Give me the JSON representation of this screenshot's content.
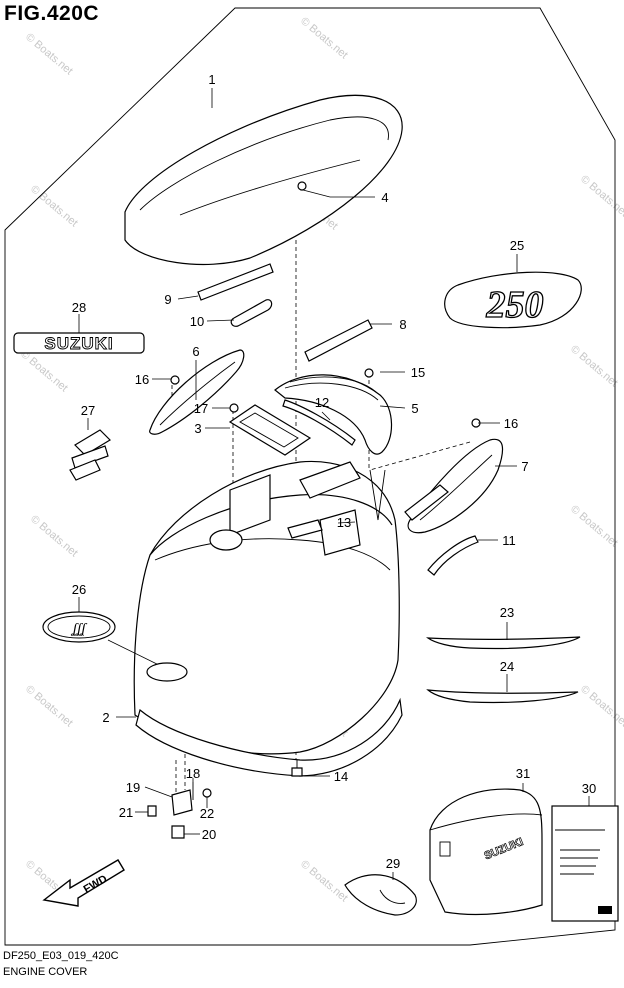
{
  "figure": {
    "title": "FIG.420C",
    "code": "DF250_E03_019_420C",
    "name": "ENGINE COVER",
    "watermark": "© Boats.net"
  },
  "decals": {
    "model_number": "250",
    "brand": "SUZUKI",
    "fwd_arrow": "FWD"
  },
  "callouts": [
    {
      "id": "c1",
      "label": "1"
    },
    {
      "id": "c2",
      "label": "2"
    },
    {
      "id": "c3",
      "label": "3"
    },
    {
      "id": "c4",
      "label": "4"
    },
    {
      "id": "c5",
      "label": "5"
    },
    {
      "id": "c6",
      "label": "6"
    },
    {
      "id": "c7",
      "label": "7"
    },
    {
      "id": "c8",
      "label": "8"
    },
    {
      "id": "c9",
      "label": "9"
    },
    {
      "id": "c10",
      "label": "10"
    },
    {
      "id": "c11",
      "label": "11"
    },
    {
      "id": "c12",
      "label": "12"
    },
    {
      "id": "c13",
      "label": "13"
    },
    {
      "id": "c14",
      "label": "14"
    },
    {
      "id": "c15",
      "label": "15"
    },
    {
      "id": "c16a",
      "label": "16"
    },
    {
      "id": "c16b",
      "label": "16"
    },
    {
      "id": "c17",
      "label": "17"
    },
    {
      "id": "c18",
      "label": "18"
    },
    {
      "id": "c19",
      "label": "19"
    },
    {
      "id": "c20",
      "label": "20"
    },
    {
      "id": "c21",
      "label": "21"
    },
    {
      "id": "c22",
      "label": "22"
    },
    {
      "id": "c23",
      "label": "23"
    },
    {
      "id": "c24",
      "label": "24"
    },
    {
      "id": "c25",
      "label": "25"
    },
    {
      "id": "c26",
      "label": "26"
    },
    {
      "id": "c27",
      "label": "27"
    },
    {
      "id": "c28",
      "label": "28"
    },
    {
      "id": "c29",
      "label": "29"
    },
    {
      "id": "c30",
      "label": "30"
    },
    {
      "id": "c31",
      "label": "31"
    }
  ]
}
